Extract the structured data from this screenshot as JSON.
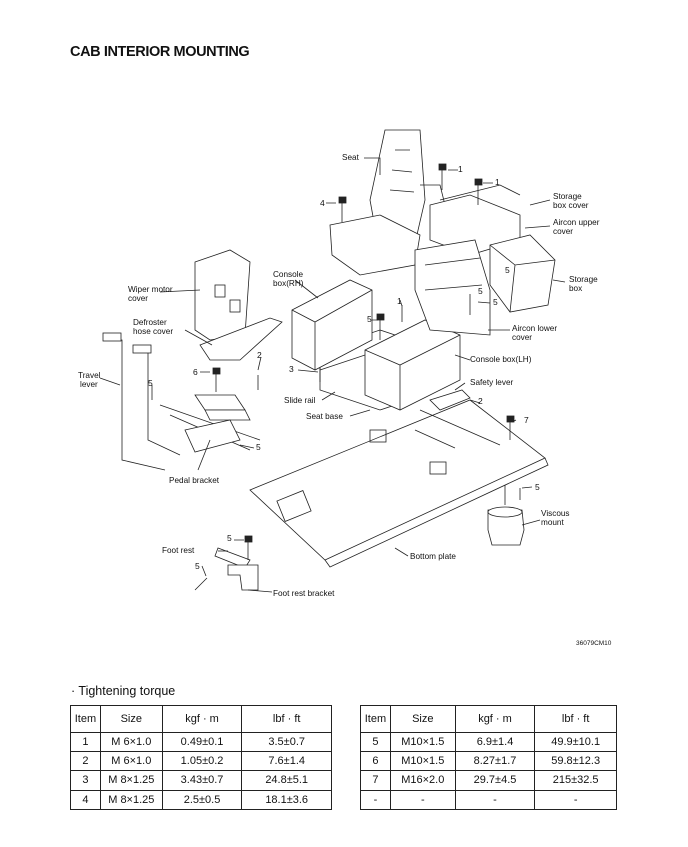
{
  "page_title": "CAB INTERIOR MOUNTING",
  "figure_code": "36079CM10",
  "callouts": {
    "seat": "Seat",
    "storage_box_cover": [
      "Storage",
      "box cover"
    ],
    "aircon_upper_cover": [
      "Aircon upper",
      "cover"
    ],
    "storage_box": [
      "Storage",
      "box"
    ],
    "console_box_rh": [
      "Console",
      "box(RH)"
    ],
    "wiper_motor_cover": [
      "Wiper motor",
      "cover"
    ],
    "defroster_hose_cover": [
      "Defroster",
      "hose cover"
    ],
    "aircon_lower_cover": [
      "Aircon lower",
      "cover"
    ],
    "console_box_lh": "Console box(LH)",
    "travel_lever": [
      "Travel",
      "lever"
    ],
    "safety_lever": "Safety lever",
    "slide_rail": "Slide rail",
    "seat_base": "Seat base",
    "pedal_bracket": "Pedal bracket",
    "viscous_mount": [
      "Viscous",
      "mount"
    ],
    "foot_rest": "Foot rest",
    "bottom_plate": "Bottom plate",
    "foot_rest_bracket": "Foot rest bracket"
  },
  "item_numbers": {
    "n1": "1",
    "n2": "2",
    "n3": "3",
    "n4": "4",
    "n5": "5",
    "n6": "6",
    "n7": "7"
  },
  "section_label": "· Tightening torque",
  "torque_table": {
    "headers": [
      "Item",
      "Size",
      "kgf · m",
      "lbf · ft"
    ],
    "left_rows": [
      [
        "1",
        "M 6×1.0",
        "0.49±0.1",
        "3.5±0.7"
      ],
      [
        "2",
        "M 6×1.0",
        "1.05±0.2",
        "7.6±1.4"
      ],
      [
        "3",
        "M 8×1.25",
        "3.43±0.7",
        "24.8±5.1"
      ],
      [
        "4",
        "M 8×1.25",
        "2.5±0.5",
        "18.1±3.6"
      ]
    ],
    "right_rows": [
      [
        "5",
        "M10×1.5",
        "6.9±1.4",
        "49.9±10.1"
      ],
      [
        "6",
        "M10×1.5",
        "8.27±1.7",
        "59.8±12.3"
      ],
      [
        "7",
        "M16×2.0",
        "29.7±4.5",
        "215±32.5"
      ],
      [
        "-",
        "-",
        "-",
        "-"
      ]
    ]
  }
}
